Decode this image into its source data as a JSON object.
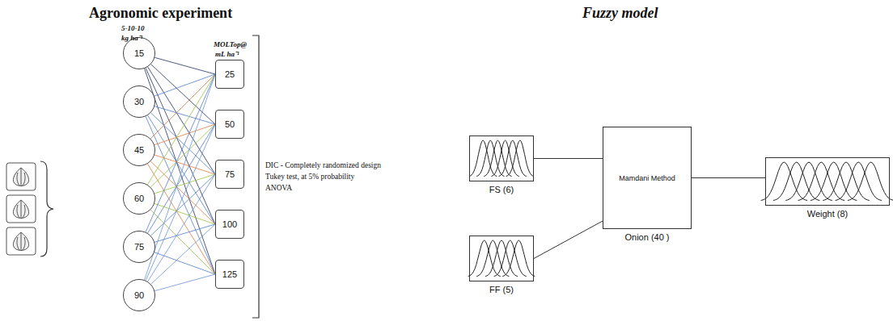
{
  "diagram": {
    "nodes": [
      {
        "text": [
          "15"
        ]
      },
      {
        "text": [
          "30"
        ]
      },
      {
        "text": [
          "45"
        ]
      },
      {
        "text": [
          "60"
        ]
      },
      {
        "text": [
          "75"
        ]
      },
      {
        "text": [
          "90"
        ]
      },
      {
        "text": [
          "25"
        ]
      },
      {
        "text": [
          "50"
        ]
      },
      {
        "text": [
          "75"
        ]
      },
      {
        "text": [
          "100"
        ]
      },
      {
        "text": [
          "125"
        ]
      },
      {
        "text": [
          "FS (6)"
        ]
      },
      {
        "text": [
          "FF (5)"
        ]
      },
      {
        "text": [
          "Mamdani Method",
          "Onion (40 )"
        ]
      },
      {
        "text": [
          "Weight (8)"
        ]
      }
    ],
    "edges": [
      {
        "from": 0,
        "to": 6,
        "arrow": "none"
      },
      {
        "from": 0,
        "to": 7,
        "arrow": "none"
      },
      {
        "from": 0,
        "to": 8,
        "arrow": "none"
      },
      {
        "from": 0,
        "to": 9,
        "arrow": "none"
      },
      {
        "from": 0,
        "to": 10,
        "arrow": "none"
      },
      {
        "from": 1,
        "to": 6,
        "arrow": "none"
      },
      {
        "from": 1,
        "to": 7,
        "arrow": "none"
      },
      {
        "from": 1,
        "to": 8,
        "arrow": "none"
      },
      {
        "from": 1,
        "to": 9,
        "arrow": "none"
      },
      {
        "from": 1,
        "to": 10,
        "arrow": "none"
      },
      {
        "from": 2,
        "to": 6,
        "arrow": "none"
      },
      {
        "from": 2,
        "to": 7,
        "arrow": "none"
      },
      {
        "from": 2,
        "to": 8,
        "arrow": "none"
      },
      {
        "from": 2,
        "to": 9,
        "arrow": "none"
      },
      {
        "from": 2,
        "to": 10,
        "arrow": "none"
      },
      {
        "from": 3,
        "to": 6,
        "arrow": "none"
      },
      {
        "from": 3,
        "to": 7,
        "arrow": "none"
      },
      {
        "from": 3,
        "to": 8,
        "arrow": "none"
      },
      {
        "from": 3,
        "to": 9,
        "arrow": "none"
      },
      {
        "from": 3,
        "to": 10,
        "arrow": "none"
      },
      {
        "from": 4,
        "to": 6,
        "arrow": "none"
      },
      {
        "from": 4,
        "to": 7,
        "arrow": "none"
      },
      {
        "from": 4,
        "to": 8,
        "arrow": "none"
      },
      {
        "from": 4,
        "to": 9,
        "arrow": "none"
      },
      {
        "from": 4,
        "to": 10,
        "arrow": "none"
      },
      {
        "from": 5,
        "to": 6,
        "arrow": "none"
      },
      {
        "from": 5,
        "to": 7,
        "arrow": "none"
      },
      {
        "from": 5,
        "to": 8,
        "arrow": "none"
      },
      {
        "from": 5,
        "to": 9,
        "arrow": "none"
      },
      {
        "from": 5,
        "to": 10,
        "arrow": "none"
      },
      {
        "from": 11,
        "to": 13,
        "arrow": "none"
      },
      {
        "from": 12,
        "to": 13,
        "arrow": "none"
      },
      {
        "from": 13,
        "to": 14,
        "arrow": "none"
      }
    ],
    "labels": [
      "Agronomic experiment",
      "Fuzzy model",
      "5-10-10",
      "kg ha⁻¹",
      "MOLTop@",
      "mL ha⁻¹",
      "DIC - Completely randomized design",
      "Tukey test, at 5% probability",
      "ANOVA"
    ]
  }
}
